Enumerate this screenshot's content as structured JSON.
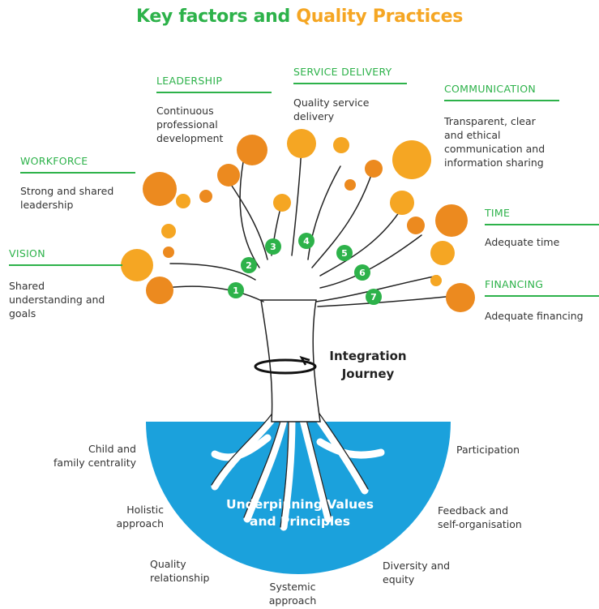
{
  "title": {
    "part1": "Key factors and",
    "part2": "Quality Practices"
  },
  "factors": [
    {
      "category": "LEADERSHIP",
      "text": "Continuous professional development"
    },
    {
      "category": "SERVICE DELIVERY",
      "text": "Quality service delivery"
    },
    {
      "category": "COMMUNICATION",
      "text": "Transparent, clear and ethical communication and information sharing"
    },
    {
      "category": "WORKFORCE",
      "text": "Strong and shared leadership"
    },
    {
      "category": "TIME",
      "text": "Adequate time"
    },
    {
      "category": "VISION",
      "text": "Shared understanding and goals"
    },
    {
      "category": "FINANCING",
      "text": "Adequate financing"
    }
  ],
  "numbers": [
    "1",
    "2",
    "3",
    "4",
    "5",
    "6",
    "7"
  ],
  "integration": {
    "line1": "Integration",
    "line2": "Journey"
  },
  "base": {
    "line1": "Underpinning Values",
    "line2": "and Principles"
  },
  "values": [
    {
      "line1": "Child and",
      "line2": "family centrality"
    },
    {
      "line1": "Holistic",
      "line2": "approach"
    },
    {
      "line1": "Quality",
      "line2": "relationship"
    },
    {
      "line1": "Systemic",
      "line2": "approach"
    },
    {
      "line1": "Diversity and",
      "line2": "equity"
    },
    {
      "line1": "Feedback and",
      "line2": "self-organisation"
    },
    {
      "line1": "Participation",
      "line2": ""
    }
  ],
  "colors": {
    "green": "#2db24a",
    "orange": "#f5a623",
    "dark_orange": "#ec8a1f",
    "blue": "#1ba1dc"
  }
}
